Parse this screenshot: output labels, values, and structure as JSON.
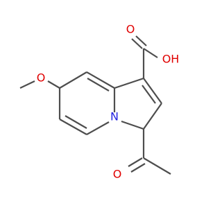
{
  "molecule": {
    "labels": {
      "carbonyl_oxygen_acid": "O",
      "hydroxyl": "OH",
      "methoxy_oxygen": "O",
      "ring_nitrogen": "N",
      "acetyl_oxygen": "O"
    },
    "colors": {
      "bond": "#4d4d4d",
      "oxygen": "#e00000",
      "nitrogen": "#2323e0",
      "background": "#ffffff"
    }
  }
}
